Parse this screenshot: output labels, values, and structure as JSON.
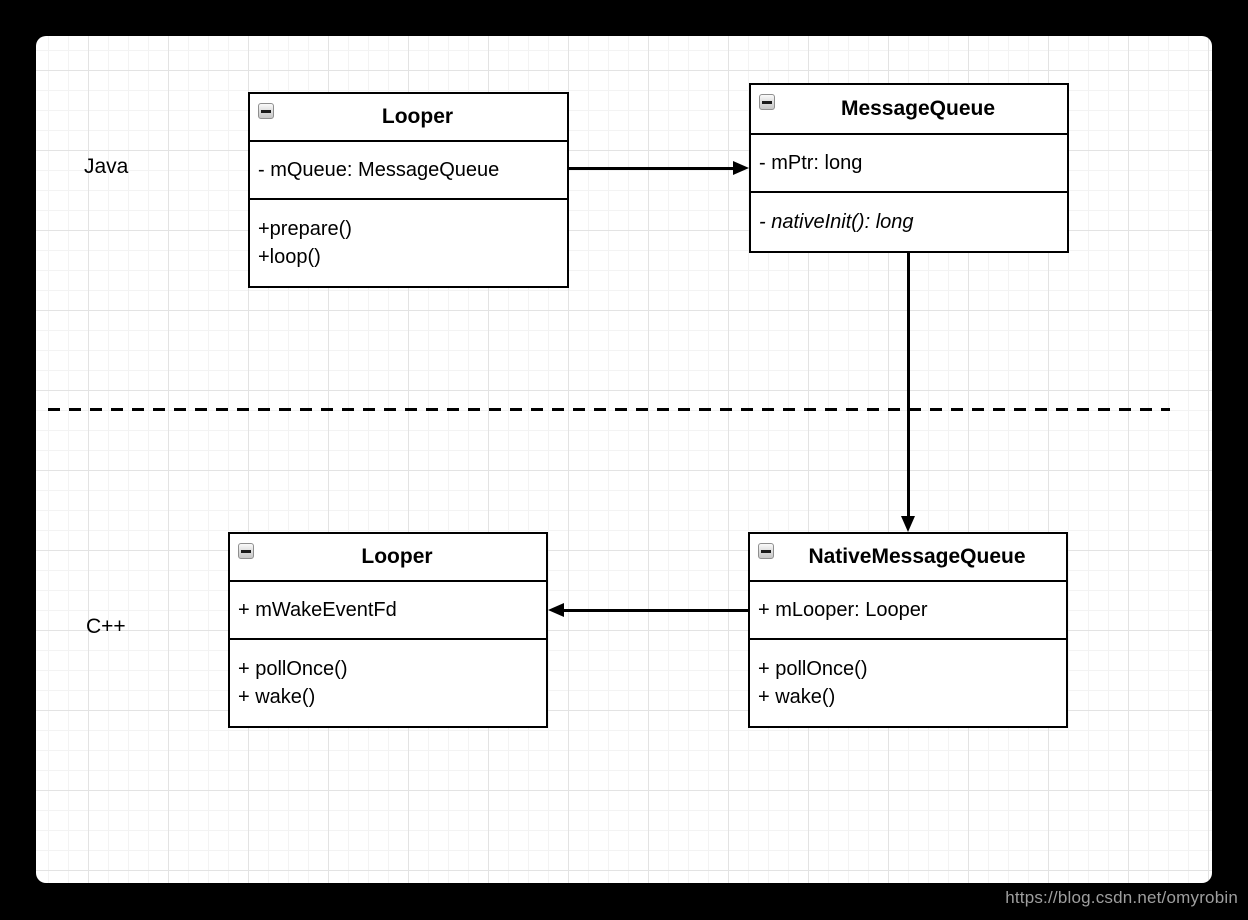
{
  "diagram": {
    "layer_labels": {
      "java": "Java",
      "cpp": "C++"
    },
    "classes": {
      "java_looper": {
        "title": "Looper",
        "attributes": [
          "- mQueue: MessageQueue"
        ],
        "methods": [
          "+prepare()",
          "+loop()"
        ]
      },
      "messagequeue": {
        "title": "MessageQueue",
        "attributes": [
          "- mPtr: long"
        ],
        "methods": [
          "- nativeInit(): long"
        ]
      },
      "cpp_looper": {
        "title": "Looper",
        "attributes": [
          "+ mWakeEventFd"
        ],
        "methods": [
          "+ pollOnce()",
          "+ wake()"
        ]
      },
      "native_messagequeue": {
        "title": "NativeMessageQueue",
        "attributes": [
          "+ mLooper: Looper"
        ],
        "methods": [
          "+ pollOnce()",
          "+ wake()"
        ]
      }
    },
    "edges": [
      {
        "from": "Looper (Java)",
        "to": "MessageQueue",
        "style": "solid",
        "arrow": "right"
      },
      {
        "from": "MessageQueue",
        "to": "NativeMessageQueue",
        "style": "solid",
        "arrow": "down"
      },
      {
        "from": "NativeMessageQueue",
        "to": "Looper (C++)",
        "style": "solid",
        "arrow": "left"
      }
    ],
    "icons": {
      "collapse": "minus"
    }
  },
  "watermark": {
    "text": "https://blog.csdn.net/omyrobin"
  },
  "colors": {
    "page_bg": "#000000",
    "canvas_bg": "#ffffff",
    "stroke": "#000000",
    "grid_minor": "#f3f3f3",
    "grid_major": "#e3e3e3",
    "watermark": "#9e9e9e"
  }
}
